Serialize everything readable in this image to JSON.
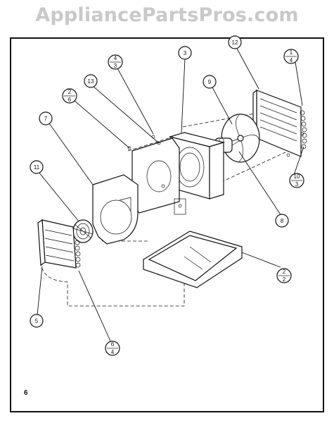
{
  "watermark": "AppliancePartsPros.com",
  "page_number": "6",
  "callouts": [
    {
      "id": "callout-1-4",
      "num": "1",
      "den": "4"
    },
    {
      "id": "callout-2-2",
      "num": "2",
      "den": "2"
    },
    {
      "id": "callout-2-6",
      "num": "2",
      "den": "6"
    },
    {
      "id": "callout-3",
      "label": "3"
    },
    {
      "id": "callout-4-3",
      "num": "4",
      "den": "3"
    },
    {
      "id": "callout-5",
      "label": "5"
    },
    {
      "id": "callout-6-4",
      "num": "6",
      "den": "4"
    },
    {
      "id": "callout-7",
      "label": "7"
    },
    {
      "id": "callout-8",
      "label": "8"
    },
    {
      "id": "callout-9",
      "label": "9"
    },
    {
      "id": "callout-10-3",
      "num": "10",
      "den": "3"
    },
    {
      "id": "callout-11",
      "label": "11"
    },
    {
      "id": "callout-12",
      "label": "12"
    },
    {
      "id": "callout-13",
      "label": "13"
    }
  ]
}
